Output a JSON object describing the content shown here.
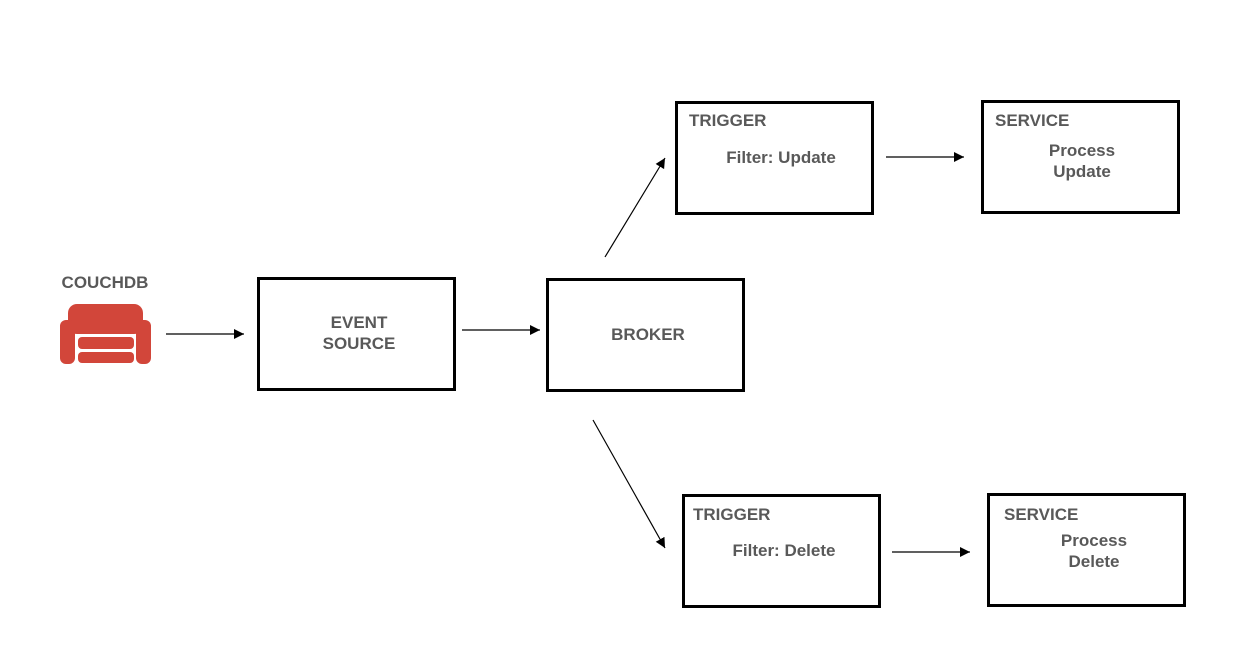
{
  "diagram": {
    "source": {
      "label": "COUCHDB",
      "icon": "couch-icon",
      "icon_color": "#d2463a"
    },
    "nodes": {
      "event_source": {
        "line1": "EVENT",
        "line2": "SOURCE"
      },
      "broker": {
        "label": "BROKER"
      },
      "trigger_update": {
        "title": "TRIGGER",
        "filter": "Filter: Update"
      },
      "service_update": {
        "title": "SERVICE",
        "line1": "Process",
        "line2": "Update"
      },
      "trigger_delete": {
        "title": "TRIGGER",
        "filter": "Filter: Delete"
      },
      "service_delete": {
        "title": "SERVICE",
        "line1": "Process",
        "line2": "Delete"
      }
    },
    "edges": [
      {
        "from": "couchdb",
        "to": "event_source"
      },
      {
        "from": "event_source",
        "to": "broker"
      },
      {
        "from": "broker",
        "to": "trigger_update"
      },
      {
        "from": "broker",
        "to": "trigger_delete"
      },
      {
        "from": "trigger_update",
        "to": "service_update"
      },
      {
        "from": "trigger_delete",
        "to": "service_delete"
      }
    ],
    "colors": {
      "text": "#595959",
      "stroke": "#000000",
      "background": "#ffffff"
    }
  }
}
